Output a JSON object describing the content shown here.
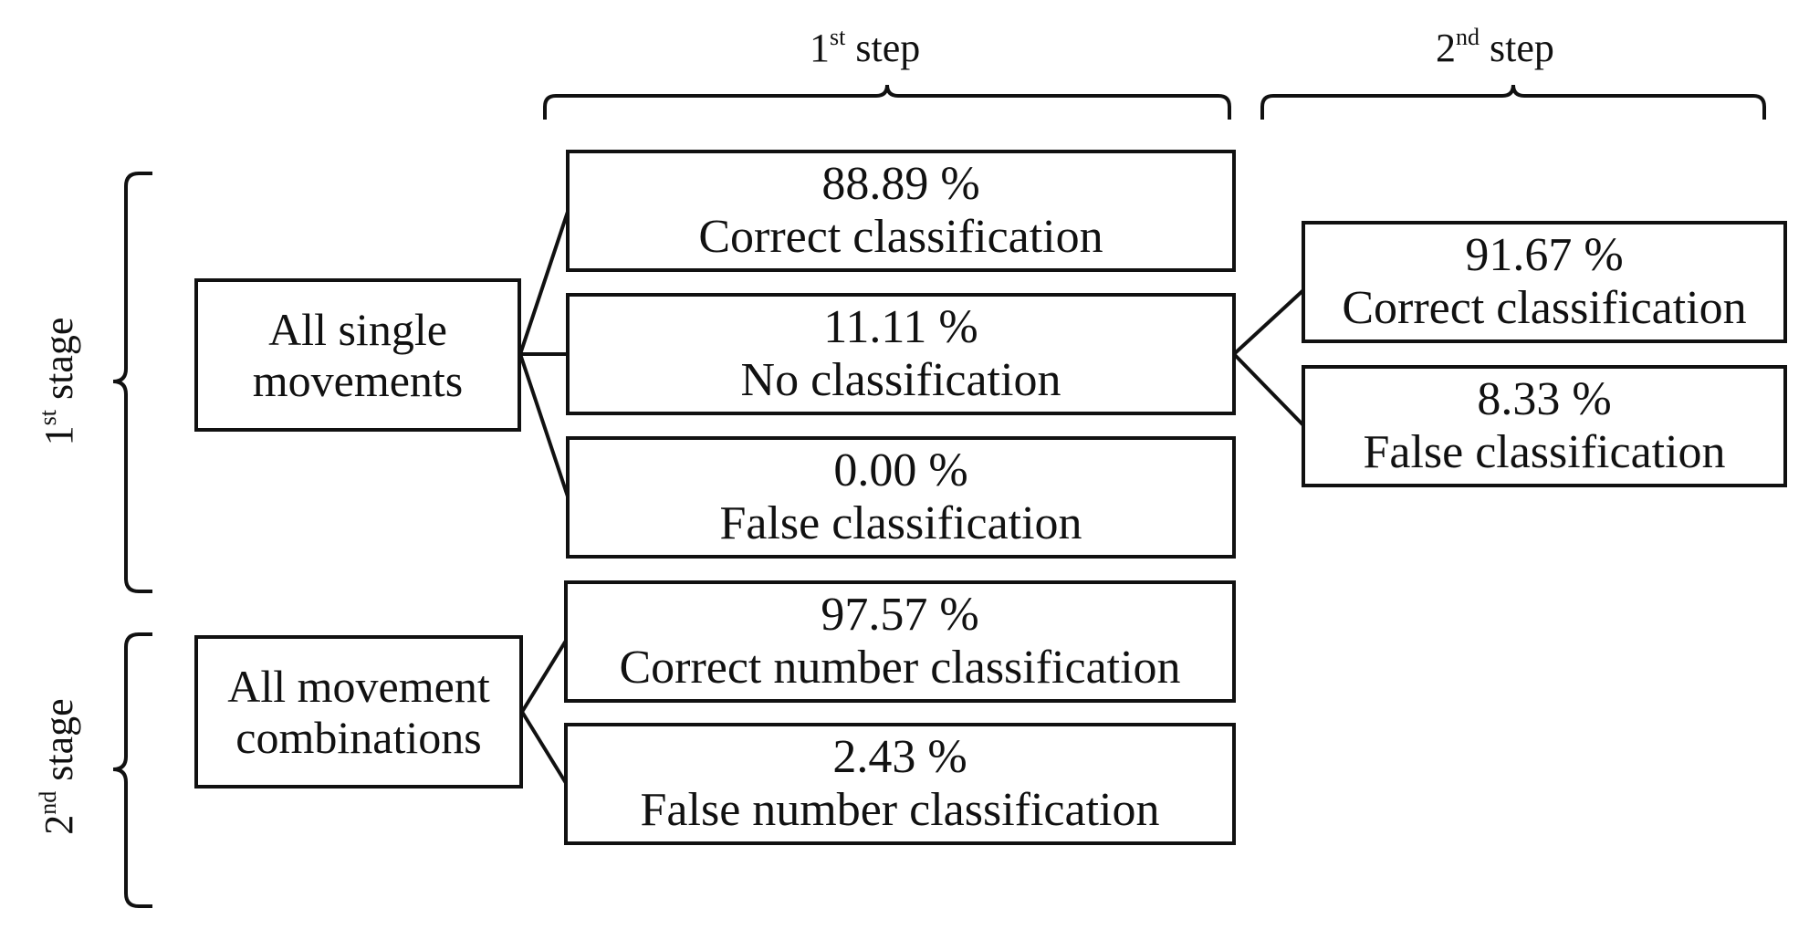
{
  "headers": {
    "step1": {
      "num": "1",
      "sup": "st",
      "word": " step"
    },
    "step2": {
      "num": "2",
      "sup": "nd",
      "word": " step"
    },
    "stage1": {
      "num": "1",
      "sup": "st",
      "word": " stage"
    },
    "stage2": {
      "num": "2",
      "sup": "nd",
      "word": " stage"
    }
  },
  "stage1": {
    "source": {
      "line1": "All single",
      "line2": "movements"
    },
    "step1_results": [
      {
        "percent": "88.89 %",
        "label": "Correct classification"
      },
      {
        "percent": "11.11 %",
        "label": "No classification"
      },
      {
        "percent": "0.00 %",
        "label": "False classification"
      }
    ],
    "step2_results": [
      {
        "percent": "91.67 %",
        "label": "Correct classification"
      },
      {
        "percent": "8.33 %",
        "label": "False classification"
      }
    ]
  },
  "stage2": {
    "source": {
      "line1": "All movement",
      "line2": "combinations"
    },
    "step1_results": [
      {
        "percent": "97.57 %",
        "label": "Correct number classification"
      },
      {
        "percent": "2.43 %",
        "label": "False number classification"
      }
    ]
  }
}
